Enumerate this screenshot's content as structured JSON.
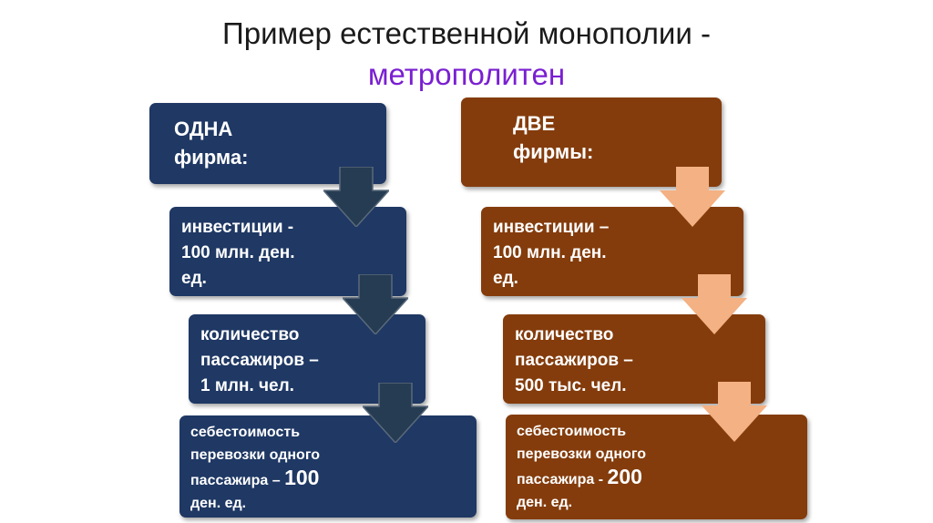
{
  "title": {
    "line1": "Пример естественной монополии -",
    "line2": "метрополитен"
  },
  "colors": {
    "left_box": "#1f3864",
    "right_box": "#843c0c",
    "left_arrow": "#263c52",
    "right_arrow": "#f4b183",
    "accent_title": "#7a1fd1"
  },
  "left": {
    "header": [
      "ОДНА",
      "фирма:"
    ],
    "investment": [
      "инвестиции -",
      "100 млн. ден.",
      "ед."
    ],
    "passengers": [
      "количество",
      "пассажиров –",
      "1 млн. чел."
    ],
    "cost": {
      "line1": "себестоимость",
      "line2": "перевозки одного",
      "line3_prefix": "пассажира – ",
      "value": "100",
      "line4": "ден. ед."
    }
  },
  "right": {
    "header": [
      "ДВЕ",
      "фирмы:"
    ],
    "investment": [
      "инвестиции –",
      "100 млн. ден.",
      "ед."
    ],
    "passengers": [
      "количество",
      "пассажиров –",
      "500 тыс. чел."
    ],
    "cost": {
      "line1": "себестоимость",
      "line2": "перевозки одного",
      "line3_prefix": "пассажира - ",
      "value": "200",
      "line4": "ден. ед."
    }
  }
}
